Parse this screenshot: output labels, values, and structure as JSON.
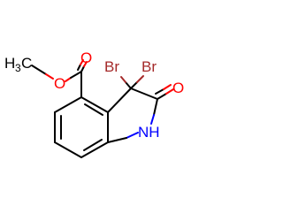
{
  "molecule": {
    "atoms": {
      "methyl_c": "H",
      "methyl_sub": "3",
      "methyl_tail": "C",
      "ester_o_single": "O",
      "ester_o_double": "O",
      "br1": "Br",
      "br2": "Br",
      "lactam_o": "O",
      "nh": "NH"
    },
    "colors": {
      "carbon": "#000000",
      "oxygen": "#ff0000",
      "nitrogen": "#0000ff",
      "bromine": "#a52a2a"
    }
  }
}
